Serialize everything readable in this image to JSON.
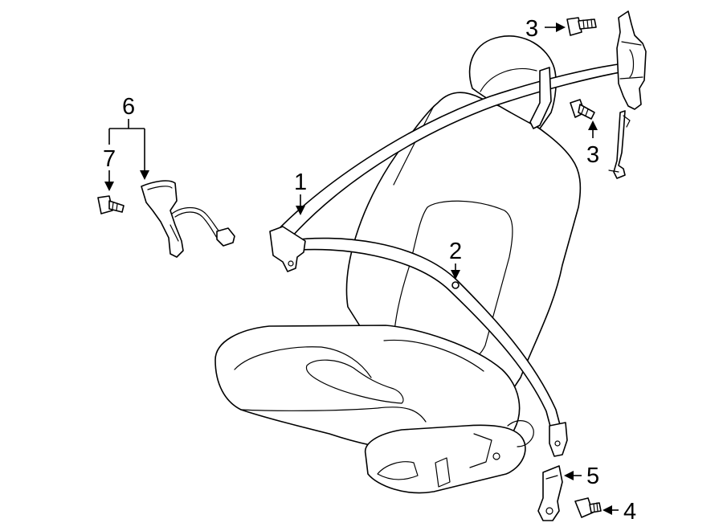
{
  "diagram": {
    "background": "#ffffff",
    "line_color": "#000000",
    "callouts": {
      "c1": "1",
      "c2": "2",
      "c3a": "3",
      "c3b": "3",
      "c4": "4",
      "c5": "5",
      "c6": "6",
      "c7": "7"
    }
  }
}
